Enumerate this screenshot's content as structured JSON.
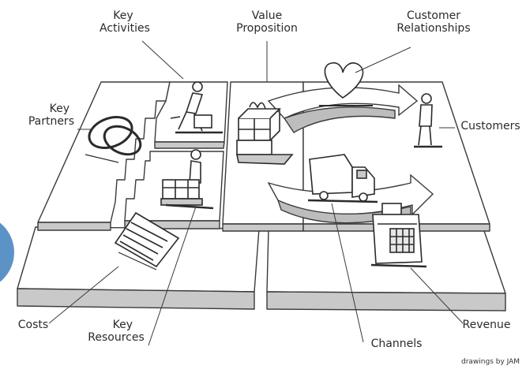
{
  "labels": {
    "key_activities": [
      "Key",
      "Activities"
    ],
    "value_proposition": [
      "Value",
      "Proposition"
    ],
    "customer_relationships": [
      "Customer",
      "Relationships"
    ],
    "key_partners": [
      "Key",
      "Partners"
    ],
    "customers": "Customers",
    "costs": "Costs",
    "key_resources": [
      "Key",
      "Resources"
    ],
    "channels": "Channels",
    "revenue": "Revenue"
  },
  "credit": "drawings by JAM",
  "colors": {
    "line": "#3a3a3a",
    "board_top": "#ffffff",
    "board_side": "#c9c9c9",
    "arrow_band": "#bdbdbd",
    "accent_circle": "#5b93c7"
  },
  "icons": [
    "rings-icon",
    "worker-icon",
    "forklift-icon",
    "gift-boxes-icon",
    "heart-icon",
    "person-icon",
    "truck-icon",
    "cash-register-icon",
    "receipt-icon"
  ]
}
